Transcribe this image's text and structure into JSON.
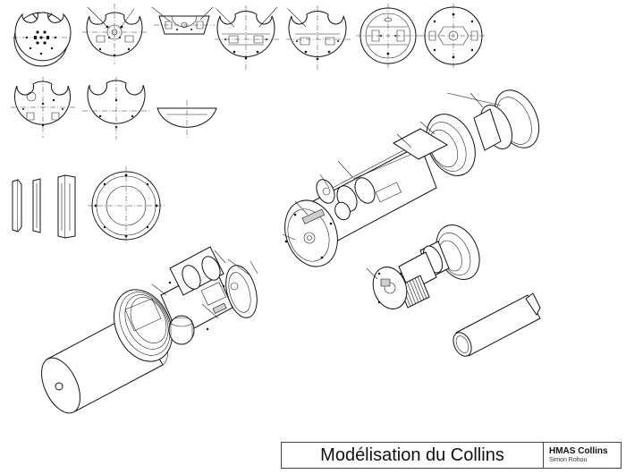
{
  "title_block": {
    "title": "Modélisation du Collins",
    "project": "HMAS Collins",
    "author": "Simon Rohou"
  },
  "views": {
    "row1_plates": [
      "plate-1",
      "plate-2",
      "plate-3",
      "plate-4",
      "plate-5",
      "plate-6",
      "plate-7"
    ],
    "row2_plates": [
      "plate-8",
      "plate-9",
      "plate-10"
    ]
  }
}
